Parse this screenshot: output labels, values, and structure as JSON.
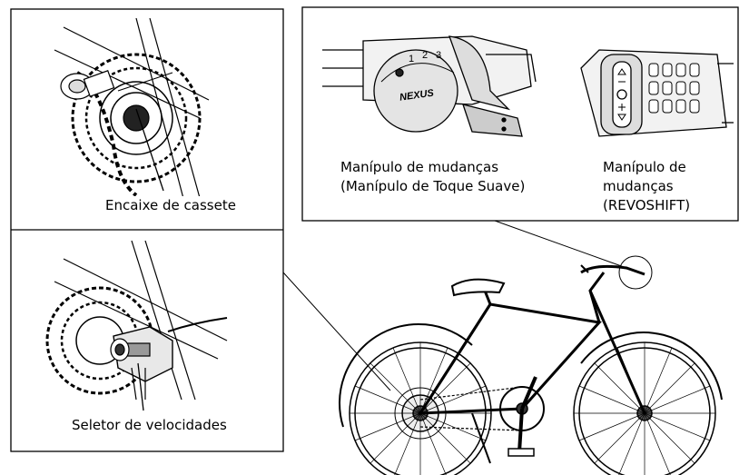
{
  "left_panel": {
    "cassette_label": "Encaixe de cassete",
    "selector_label": "Seletor de velocidades"
  },
  "top_panel": {
    "shifter_touch_label_line1": "Manípulo de mudanças",
    "shifter_touch_label_line2": "(Manípulo de Toque Suave)",
    "shifter_revo_label_line1": "Manípulo de",
    "shifter_revo_label_line2": "mudanças",
    "shifter_revo_label_line3": "(REVOSHIFT)",
    "nexus_brand": "NEXUS",
    "gear_numbers": [
      "1",
      "2",
      "3"
    ]
  }
}
